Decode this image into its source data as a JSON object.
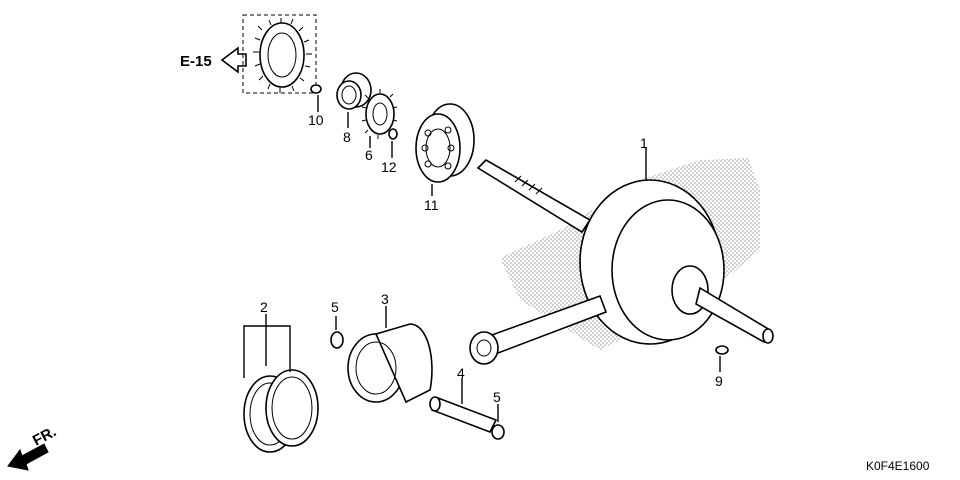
{
  "diagram": {
    "reference": "E-15",
    "front_marker": "FR.",
    "drawing_code": "K0F4E1600",
    "callouts": [
      {
        "id": "c1",
        "label": "1"
      },
      {
        "id": "c2",
        "label": "2"
      },
      {
        "id": "c3",
        "label": "3"
      },
      {
        "id": "c4",
        "label": "4"
      },
      {
        "id": "c5a",
        "label": "5"
      },
      {
        "id": "c5b",
        "label": "5"
      },
      {
        "id": "c6",
        "label": "6"
      },
      {
        "id": "c8",
        "label": "8"
      },
      {
        "id": "c9",
        "label": "9"
      },
      {
        "id": "c10",
        "label": "10"
      },
      {
        "id": "c11",
        "label": "11"
      },
      {
        "id": "c12",
        "label": "12"
      }
    ]
  }
}
